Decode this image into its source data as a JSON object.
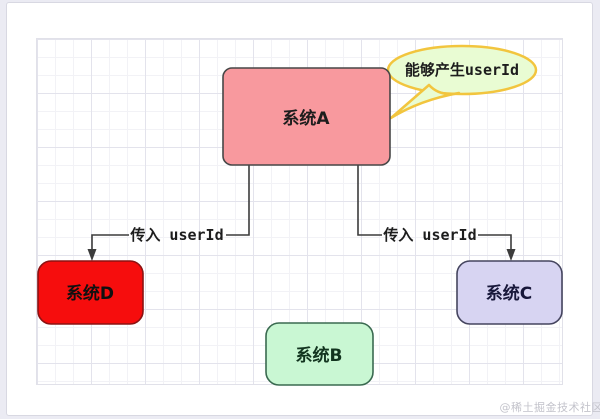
{
  "diagram": {
    "nodes": {
      "a": {
        "label": "系统A",
        "fill": "#f8999e",
        "border": "#474747",
        "text": "#1d1d1d"
      },
      "d": {
        "label": "系统D",
        "fill": "#f60d0d",
        "border": "#8c1212",
        "text": "#101010"
      },
      "c": {
        "label": "系统C",
        "fill": "#d7d4f2",
        "border": "#45455f",
        "text": "#17173a"
      },
      "b": {
        "label": "系统B",
        "fill": "#c9f7d3",
        "border": "#3a6a50",
        "text": "#12341f"
      }
    },
    "callout": {
      "text": "能够产生userId",
      "fill": "#e9fcd3",
      "border": "#f2c53e",
      "text_color": "#1d1d1d"
    },
    "edges": {
      "to_d": {
        "label": "传入 userId"
      },
      "to_c": {
        "label": "传入 userId"
      }
    },
    "connector_color": "#3c3c3c",
    "edge_text_color": "#1d1d1d"
  },
  "watermark": {
    "text": "@稀土掘金技术社区"
  }
}
